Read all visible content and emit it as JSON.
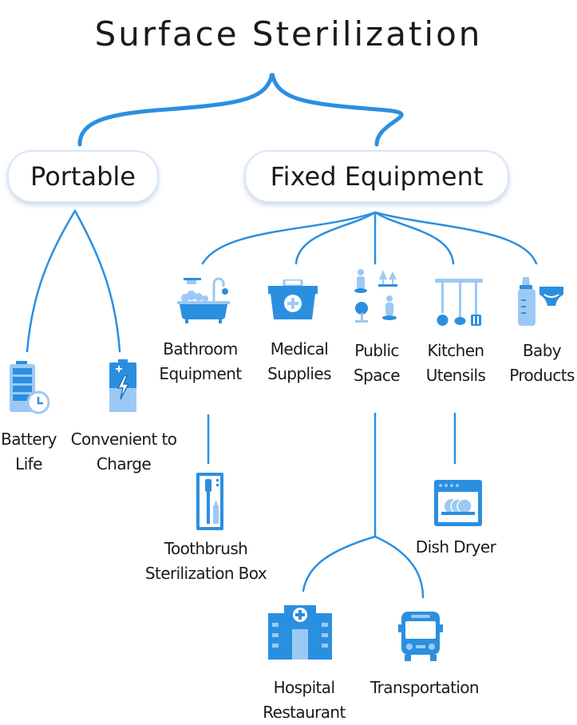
{
  "title": "Surface Sterilization",
  "colors": {
    "accent": "#2b8fe0",
    "accent_dark": "#1e6fc0",
    "accent_light": "#9cc9f3"
  },
  "categories": {
    "portable": {
      "label": "Portable",
      "items": [
        {
          "label": "Battery Life",
          "icon": "battery-clock-icon"
        },
        {
          "label": "Convenient to Charge",
          "icon": "battery-charge-icon"
        }
      ]
    },
    "fixed": {
      "label": "Fixed Equipment",
      "items": [
        {
          "label": "Bathroom Equipment",
          "icon": "bathtub-icon"
        },
        {
          "label": "Medical Supplies",
          "icon": "medical-kit-icon"
        },
        {
          "label": "Public Space",
          "icon": "public-space-icon"
        },
        {
          "label": "Kitchen Utensils",
          "icon": "kitchen-utensils-icon"
        },
        {
          "label": "Baby Products",
          "icon": "baby-bottle-icon"
        }
      ]
    }
  },
  "sub_items": {
    "toothbrush": {
      "label": "Toothbrush Sterilization Box",
      "icon": "toothbrush-box-icon"
    },
    "dish_dryer": {
      "label": "Dish Dryer",
      "icon": "dish-dryer-icon"
    },
    "hospital": {
      "label": "Hospital Restaurant",
      "icon": "hospital-icon"
    },
    "transportation": {
      "label": "Transportation",
      "icon": "bus-icon"
    }
  }
}
